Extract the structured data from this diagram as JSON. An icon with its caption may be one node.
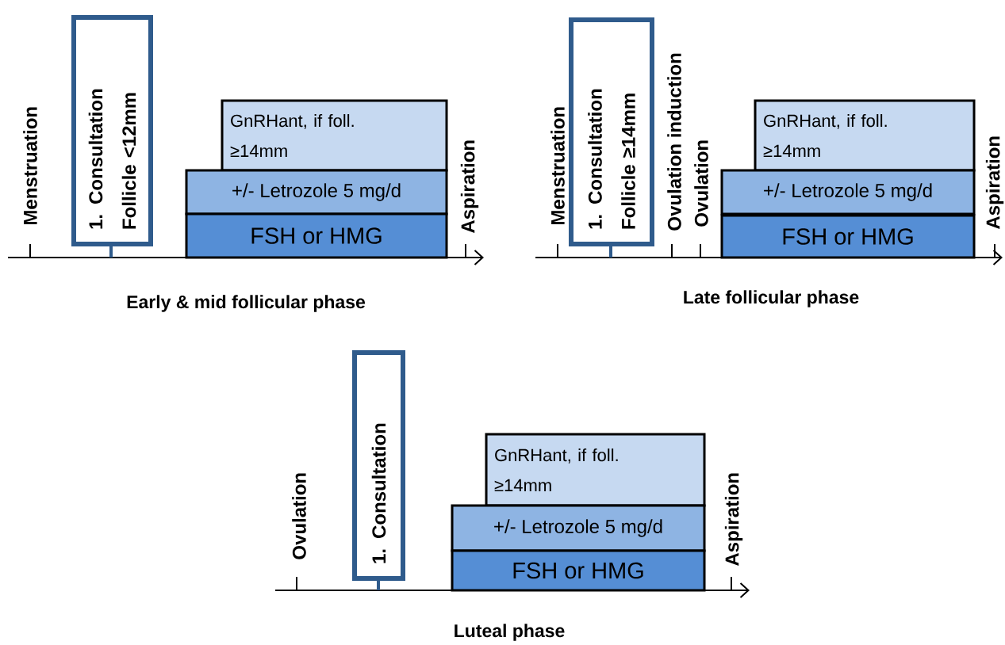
{
  "diagram": {
    "nodes": [
      {
        "text": [
          "1. Consultation",
          "Follicle <12mm"
        ]
      },
      {
        "text": [
          "GnRHant, if foll. ≥14mm"
        ]
      },
      {
        "text": [
          "+/- Letrozole 5 mg/d"
        ]
      },
      {
        "text": [
          "FSH or HMG"
        ]
      },
      {
        "text": [
          "1. Consultation",
          "Follicle ≥14mm"
        ]
      },
      {
        "text": [
          "GnRHant, if foll. ≥14mm"
        ]
      },
      {
        "text": [
          "+/- Letrozole 5 mg/d"
        ]
      },
      {
        "text": [
          "FSH or HMG"
        ]
      },
      {
        "text": [
          "1. Consultation"
        ]
      },
      {
        "text": [
          "GnRHant, if foll. ≥14mm"
        ]
      },
      {
        "text": [
          "+/- Letrozole 5 mg/d"
        ]
      },
      {
        "text": [
          "FSH or HMG"
        ]
      }
    ],
    "labels": [
      "Menstruation",
      "Aspiration",
      "Early & mid follicular phase",
      "Menstruation",
      "Ovulation induction",
      "Ovulation",
      "Aspiration",
      "Late follicular phase",
      "Ovulation",
      "Aspiration",
      "Luteal phase"
    ]
  }
}
